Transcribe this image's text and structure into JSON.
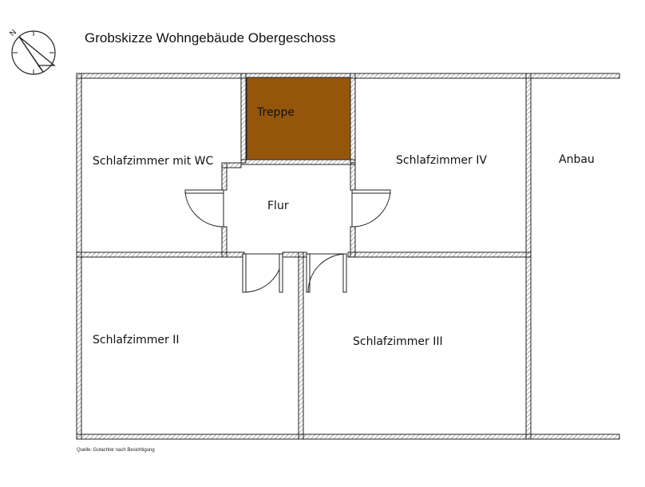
{
  "title": "Grobskizze Wohngebäude Obergeschoss",
  "source_note": "Quelle: Gutachter nach Besichtigung",
  "compass": {
    "label": "N"
  },
  "rooms": {
    "schlafzimmer_wc": "Schlafzimmer mit WC",
    "treppe": "Treppe",
    "schlafzimmer_iv": "Schlafzimmer IV",
    "anbau": "Anbau",
    "flur": "Flur",
    "schlafzimmer_ii": "Schlafzimmer II",
    "schlafzimmer_iii": "Schlafzimmer III"
  },
  "colors": {
    "stair_fill": "#95560c",
    "wall_line": "#222222",
    "hatch": "#555555"
  }
}
